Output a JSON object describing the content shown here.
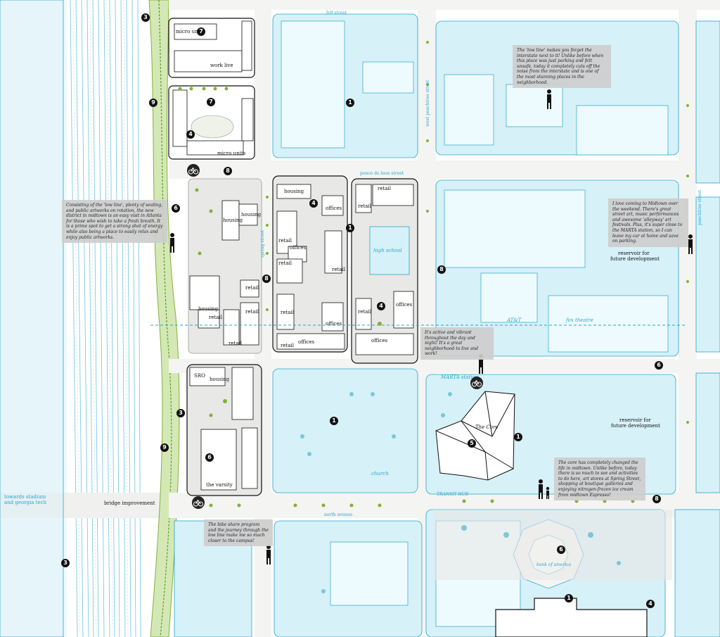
{
  "streets": {
    "third": "3rd street",
    "ponce": "ponce de leon street",
    "north": "north avenue",
    "west_peachtree": "west peachtree street",
    "peachtree": "peachtree street",
    "spring": "spring street"
  },
  "place_labels": {
    "towards_stadium": "towards stadium",
    "georgia_tech": "and georgia tech",
    "bridge": "bridge improvement",
    "high_school": "high school",
    "reservoir_1a": "reservoir for",
    "reservoir_1b": "future development",
    "reservoir_2a": "reservoir for",
    "reservoir_2b": "future development",
    "att": "AT&T",
    "fox": "fox theatre",
    "marta": "MARTA station",
    "transit_hub": "TRANSIT HUB",
    "the_core": "The Core",
    "church": "church",
    "bank": "bank of america",
    "varsity": "the varsity"
  },
  "building_labels": {
    "micro_units_1": "micro units",
    "work_live": "work live",
    "micro_units_2": "micro units",
    "housing_1": "housing",
    "housing_2": "housing",
    "housing_3": "housing",
    "housing_4": "housing",
    "housing_5": "housing",
    "retail_1": "retail",
    "retail_2": "retail",
    "retail_3": "retail",
    "retail_4": "retail",
    "retail_5": "retail",
    "retail_6": "retail",
    "retail_7": "retail",
    "retail_8": "retail",
    "retail_9": "retail",
    "retail_10": "retail",
    "retail_11": "retail",
    "retail_12": "retail",
    "offices_1": "offices",
    "offices_2": "offices",
    "offices_3": "offices",
    "offices_4": "offices",
    "offices_5": "offices",
    "offices_6": "offices",
    "sro": "SRO"
  },
  "markers": [
    "3",
    "7",
    "7",
    "9",
    "4",
    "8",
    "6",
    "1",
    "4",
    "1",
    "4",
    "8",
    "8",
    "6",
    "3",
    "6",
    "9",
    "1",
    "5",
    "1",
    "8",
    "6",
    "1",
    "4",
    "3"
  ],
  "notes": {
    "low_line": "The 'low line' makes you forget the interstate next to it! Unlike before when this place was just parking and felt unsafe, today it completely cuts off the noise from the interstate and is one of the most stunning places in the neighborhood.",
    "consisting": "Consisting of the 'low line', plenty of seating, and public artworks on rotation, the new district in midtown is an easy visit in Atlanta for those who wish to take a fresh breath. It is a prime spot to get a strong shot of energy while also being a place to easily relax and enjoy public artworks.",
    "love_midtown": "I love coming to Midtown over the weekend. There's great street art, music performances and awesome 'alleyway' art festivals. Plus, it's super close to the MARTA station, so I can leave my car at home and save on parking.",
    "vibrant": "It's active and vibrant throughout the day and night! It's a great neighborhood to live and work!",
    "core_changed": "The core has completely changed the life in midtown. Unlike before, today there is so much to see and activities to do here, art stores at Spring Street, shopping at boutique galleries and enjoying nitrogen-frozen ice cream from midtown Espresso!",
    "bike_share": "The bike share program and the journey through the low line make me so much closer to the campus!"
  },
  "colors": {
    "water_blue": "#2aa6c9",
    "pale_blue": "#d6f1f8",
    "green": "#7fb23a",
    "plaza_gray": "#e8e8e6",
    "note_gray": "#cdcdcd"
  }
}
